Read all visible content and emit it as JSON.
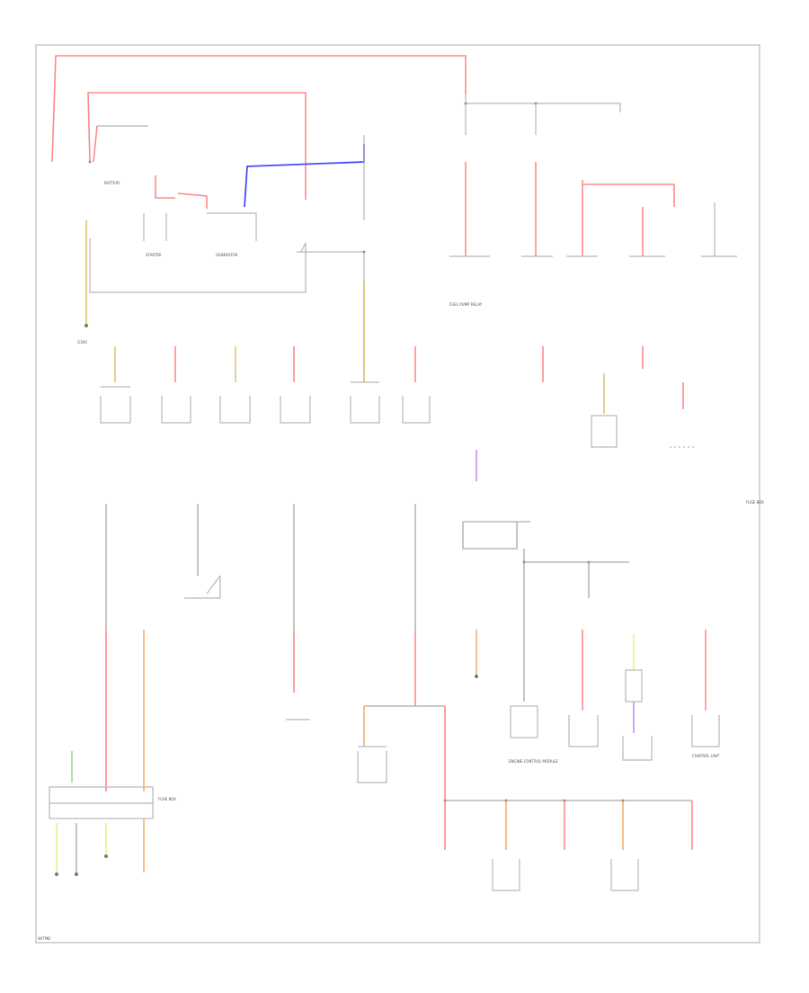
{
  "title": "",
  "labels": {
    "battery": "BATTERY",
    "starter": "STARTER",
    "generator": "GENERATOR",
    "ground": "G300",
    "fuel_pump_relay": "FUEL PUMP RELAY",
    "engine_control_module": "ENGINE CONTROL MODULE",
    "control_unit": "CONTROL UNIT",
    "fuse_box": "FUSE BOX",
    "fuse_box_left": "FUSE BOX",
    "footnote": "W/TMB"
  },
  "colors": {
    "red": "#ff8a8a",
    "blue": "#4a4aff",
    "yellow": "#d8c878",
    "orange": "#f5b070",
    "violet": "#c090f0",
    "green": "#90e090",
    "gray": "#b8b8b8"
  }
}
